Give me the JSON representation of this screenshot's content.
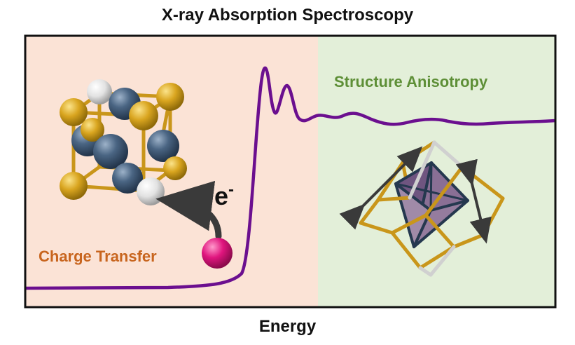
{
  "title": "X-ray Absorption Spectroscopy",
  "xlabel": "Energy",
  "left_panel": {
    "label": "Charge Transfer",
    "electron_label": "e",
    "electron_charge": "-"
  },
  "right_panel": {
    "label": "Structure Anisotropy"
  },
  "colors": {
    "left_bg": "#fbe3d6",
    "right_bg": "#e3efd9",
    "spectrum": "#6b0f8f",
    "charge_label": "#c8651e",
    "structure_label": "#5e8f37",
    "metal_atom": "#3e5877",
    "gold_atom": "#d8a51f",
    "white_atom": "#e4e4e4",
    "electron": "#e0157e",
    "octahedron": "#8a6f95"
  }
}
